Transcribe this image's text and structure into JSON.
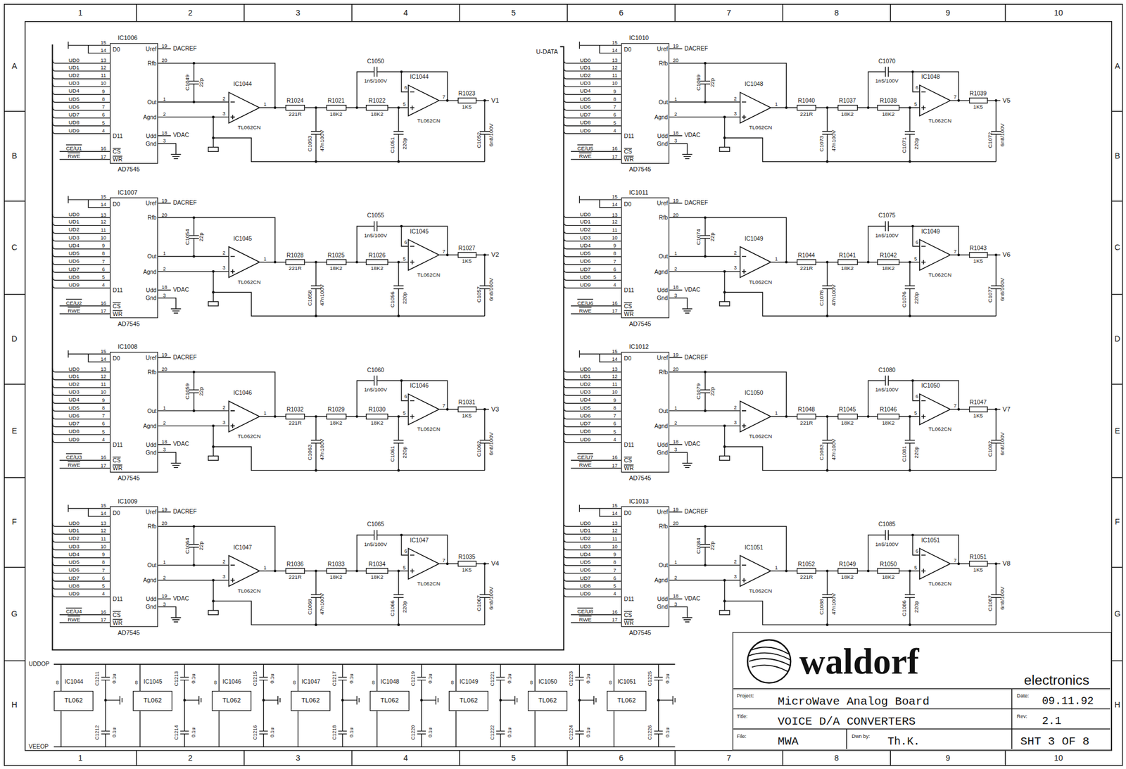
{
  "diagram": {
    "nodes": [
      {
        "text": [
          "IC1006",
          "D0",
          "Uref",
          "Rfb",
          "Out",
          "Agnd",
          "D11",
          "Udd",
          "Gnd",
          "CS",
          "WR",
          "AD7545"
        ]
      },
      {
        "text": [
          "IC1044",
          "TL062CN"
        ]
      },
      {
        "text": [
          "IC1044",
          "TL062CN"
        ]
      },
      {
        "text": [
          "IC1007",
          "D0",
          "Uref",
          "Rfb",
          "Out",
          "Agnd",
          "D11",
          "Udd",
          "Gnd",
          "CS",
          "WR",
          "AD7545"
        ]
      },
      {
        "text": [
          "IC1045",
          "TL062CN"
        ]
      },
      {
        "text": [
          "IC1045",
          "TL062CN"
        ]
      },
      {
        "text": [
          "IC1008",
          "D0",
          "Uref",
          "Rfb",
          "Out",
          "Agnd",
          "D11",
          "Udd",
          "Gnd",
          "CS",
          "WR",
          "AD7545"
        ]
      },
      {
        "text": [
          "IC1046",
          "TL062CN"
        ]
      },
      {
        "text": [
          "IC1046",
          "TL062CN"
        ]
      },
      {
        "text": [
          "IC1009",
          "D0",
          "Uref",
          "Rfb",
          "Out",
          "Agnd",
          "D11",
          "Udd",
          "Gnd",
          "CS",
          "WR",
          "AD7545"
        ]
      },
      {
        "text": [
          "IC1047",
          "TL062CN"
        ]
      },
      {
        "text": [
          "IC1047",
          "TL062CN"
        ]
      },
      {
        "text": [
          "IC1010",
          "D0",
          "Uref",
          "Rfb",
          "Out",
          "Agnd",
          "D11",
          "Udd",
          "Gnd",
          "CS",
          "WR",
          "AD7545"
        ]
      },
      {
        "text": [
          "IC1048",
          "TL062CN"
        ]
      },
      {
        "text": [
          "IC1048",
          "TL062CN"
        ]
      },
      {
        "text": [
          "IC1011",
          "D0",
          "Uref",
          "Rfb",
          "Out",
          "Agnd",
          "D11",
          "Udd",
          "Gnd",
          "CS",
          "WR",
          "AD7545"
        ]
      },
      {
        "text": [
          "IC1049",
          "TL062CN"
        ]
      },
      {
        "text": [
          "IC1049",
          "TL062CN"
        ]
      },
      {
        "text": [
          "IC1012",
          "D0",
          "Uref",
          "Rfb",
          "Out",
          "Agnd",
          "D11",
          "Udd",
          "Gnd",
          "CS",
          "WR",
          "AD7545"
        ]
      },
      {
        "text": [
          "IC1050",
          "TL062CN"
        ]
      },
      {
        "text": [
          "IC1050",
          "TL062CN"
        ]
      },
      {
        "text": [
          "IC1013",
          "D0",
          "Uref",
          "Rfb",
          "Out",
          "Agnd",
          "D11",
          "Udd",
          "Gnd",
          "CS",
          "WR",
          "AD7545"
        ]
      },
      {
        "text": [
          "IC1051",
          "TL062CN"
        ]
      },
      {
        "text": [
          "IC1051",
          "TL062CN"
        ]
      },
      {
        "text": [
          "IC1044",
          "TL062"
        ]
      },
      {
        "text": [
          "IC1045",
          "TL062"
        ]
      },
      {
        "text": [
          "IC1046",
          "TL062"
        ]
      },
      {
        "text": [
          "IC1047",
          "TL062"
        ]
      },
      {
        "text": [
          "IC1048",
          "TL062"
        ]
      },
      {
        "text": [
          "IC1049",
          "TL062"
        ]
      },
      {
        "text": [
          "IC1050",
          "TL062"
        ]
      },
      {
        "text": [
          "IC1051",
          "TL062"
        ]
      },
      {
        "text": [
          "waldorf",
          "electronics",
          "Project:",
          "MicroWave Analog Board",
          "Date:",
          "09.11.92",
          "Title:",
          "VOICE D/A CONVERTERS",
          "Rev:",
          "2.1",
          "File:",
          "MWA",
          "Dwn by:",
          "Th.K.",
          "SHT 3 OF 8"
        ]
      }
    ],
    "edges": [
      {
        "from": 0,
        "to": 1,
        "arrow": "none"
      },
      {
        "from": 3,
        "to": 4,
        "arrow": "none"
      },
      {
        "from": 6,
        "to": 7,
        "arrow": "none"
      },
      {
        "from": 9,
        "to": 10,
        "arrow": "none"
      },
      {
        "from": 12,
        "to": 13,
        "arrow": "none"
      },
      {
        "from": 15,
        "to": 16,
        "arrow": "none"
      },
      {
        "from": 18,
        "to": 19,
        "arrow": "none"
      },
      {
        "from": 21,
        "to": 22,
        "arrow": "none"
      }
    ],
    "labels": [
      "15",
      "14",
      "13",
      "12",
      "11",
      "10",
      "9",
      "8",
      "7",
      "6",
      "5",
      "4",
      "16",
      "17",
      "UD0",
      "UD1",
      "UD2",
      "UD3",
      "UD4",
      "UD5",
      "UD6",
      "UD7",
      "UD8",
      "UD9",
      "CE/U1",
      "RWE",
      "19",
      "20",
      "1",
      "2",
      "18",
      "3",
      "DACREF",
      "VDAC",
      "C1049",
      "22p",
      "2",
      "3",
      "1",
      "R1024",
      "221R",
      "C1053",
      "47n100V",
      "R1021",
      "18K2",
      "R1022",
      "18K2",
      "C1051",
      "220p",
      "C1050",
      "1n5/100V",
      "6",
      "5",
      "7",
      "R1023",
      "1K5",
      "C1052",
      "6n8/100V",
      "V1",
      "15",
      "14",
      "13",
      "12",
      "11",
      "10",
      "9",
      "8",
      "7",
      "6",
      "5",
      "4",
      "16",
      "17",
      "UD0",
      "UD1",
      "UD2",
      "UD3",
      "UD4",
      "UD5",
      "UD6",
      "UD7",
      "UD8",
      "UD9",
      "CE/U2",
      "RWE",
      "19",
      "20",
      "1",
      "2",
      "18",
      "3",
      "DACREF",
      "VDAC",
      "C1054",
      "22p",
      "2",
      "3",
      "1",
      "R1028",
      "221R",
      "C1058",
      "47n100V",
      "R1025",
      "18K2",
      "R1026",
      "18K2",
      "C1056",
      "220p",
      "C1055",
      "1n5/100V",
      "6",
      "5",
      "7",
      "R1027",
      "1K5",
      "C1057",
      "6n8/100V",
      "V2",
      "15",
      "14",
      "13",
      "12",
      "11",
      "10",
      "9",
      "8",
      "7",
      "6",
      "5",
      "4",
      "16",
      "17",
      "UD0",
      "UD1",
      "UD2",
      "UD3",
      "UD4",
      "UD5",
      "UD6",
      "UD7",
      "UD8",
      "UD9",
      "CE/U3",
      "RWE",
      "19",
      "20",
      "1",
      "2",
      "18",
      "3",
      "DACREF",
      "VDAC",
      "C1059",
      "22p",
      "2",
      "3",
      "1",
      "R1032",
      "221R",
      "C1063",
      "47n100V",
      "R1029",
      "18K2",
      "R1030",
      "18K2",
      "C1061",
      "220p",
      "C1060",
      "1n5/100V",
      "6",
      "5",
      "7",
      "R1031",
      "1K5",
      "C1062",
      "6n8/100V",
      "V3",
      "15",
      "14",
      "13",
      "12",
      "11",
      "10",
      "9",
      "8",
      "7",
      "6",
      "5",
      "4",
      "16",
      "17",
      "UD0",
      "UD1",
      "UD2",
      "UD3",
      "UD4",
      "UD5",
      "UD6",
      "UD7",
      "UD8",
      "UD9",
      "CE/U4",
      "RWE",
      "19",
      "20",
      "1",
      "2",
      "19",
      "3",
      "DACREF",
      "VDAC",
      "C1064",
      "22p",
      "2",
      "3",
      "1",
      "R1036",
      "221R",
      "C1068",
      "47n100V",
      "R1033",
      "18K2",
      "R1034",
      "18K2",
      "C1066",
      "220p",
      "C1065",
      "1n5/100V",
      "6",
      "5",
      "7",
      "R1035",
      "1K5",
      "C1067",
      "6n8/100V",
      "V4",
      "15",
      "14",
      "13",
      "12",
      "11",
      "10",
      "9",
      "8",
      "7",
      "6",
      "5",
      "4",
      "16",
      "17",
      "UD0",
      "UD1",
      "UD2",
      "UD3",
      "UD4",
      "UD5",
      "UD6",
      "UD7",
      "UD8",
      "UD9",
      "CE/U5",
      "RWE",
      "19",
      "20",
      "1",
      "2",
      "18",
      "3",
      "DACREF",
      "VDAC",
      "C1069",
      "22p",
      "2",
      "3",
      "1",
      "R1040",
      "221R",
      "C1073",
      "47n100V",
      "R1037",
      "18K2",
      "R1038",
      "18K2",
      "C1071",
      "220p",
      "C1070",
      "1n5/100V",
      "6",
      "5",
      "7",
      "R1039",
      "1K5",
      "C1072",
      "6n8/100V",
      "V5",
      "15",
      "14",
      "13",
      "12",
      "11",
      "10",
      "9",
      "8",
      "7",
      "6",
      "5",
      "4",
      "16",
      "17",
      "UD0",
      "UD1",
      "UD2",
      "UD3",
      "UD4",
      "UD5",
      "UD6",
      "UD7",
      "UD8",
      "UD9",
      "CE/U6",
      "RWE",
      "19",
      "20",
      "1",
      "2",
      "18",
      "3",
      "DACREF",
      "VDAC",
      "C1074",
      "22p",
      "2",
      "3",
      "1",
      "R1044",
      "221R",
      "C1078",
      "47n100V",
      "R1041",
      "18K2",
      "R1042",
      "18K2",
      "C1076",
      "220p",
      "C1075",
      "1n5/100V",
      "6",
      "5",
      "7",
      "R1043",
      "1K5",
      "C1077",
      "6n8/100V",
      "V6",
      "15",
      "14",
      "13",
      "12",
      "11",
      "10",
      "9",
      "8",
      "7",
      "6",
      "5",
      "4",
      "16",
      "17",
      "UD0",
      "UD1",
      "UD2",
      "UD3",
      "UD4",
      "UD5",
      "UD6",
      "UD7",
      "UD8",
      "UD9",
      "CE/U7",
      "RWE",
      "19",
      "20",
      "1",
      "2",
      "18",
      "3",
      "DACREF",
      "VDAC",
      "C1079",
      "22p",
      "2",
      "3",
      "1",
      "R1048",
      "221R",
      "C1083",
      "47n100V",
      "R1045",
      "18K2",
      "R1046",
      "18K2",
      "C1081",
      "220p",
      "C1080",
      "1n5/100V",
      "6",
      "5",
      "7",
      "R1047",
      "1K5",
      "C1082",
      "6n8/100V",
      "V7",
      "15",
      "14",
      "13",
      "12",
      "11",
      "10",
      "9",
      "8",
      "7",
      "6",
      "5",
      "4",
      "16",
      "17",
      "UD0",
      "UD1",
      "UD2",
      "UD3",
      "UD4",
      "UD5",
      "UD6",
      "UD7",
      "UD8",
      "UD9",
      "CE/U8",
      "RWE",
      "19",
      "20",
      "1",
      "2",
      "18",
      "3",
      "DACREF",
      "VDAC",
      "C1084",
      "22p",
      "2",
      "3",
      "1",
      "R1052",
      "221R",
      "C1088",
      "47n100V",
      "R1049",
      "18K2",
      "R1050",
      "18K2",
      "C1086",
      "220p",
      "C1085",
      "1n5/100V",
      "6",
      "5",
      "7",
      "R1051",
      "1K5",
      "C1087",
      "6n8/100V",
      "V8",
      "U-DATA",
      "UDDOP",
      "VEEOP",
      "8",
      "C1211",
      "0.1u",
      "C1212",
      "0.1u",
      "8",
      "C1213",
      "0.1u",
      "C1214",
      "0.1u",
      "8",
      "C1215",
      "0.1u",
      "C1216",
      "0.1u",
      "8",
      "C1217",
      "0.1u",
      "C1218",
      "0.1u",
      "8",
      "C1219",
      "0.1u",
      "C1220",
      "0.1u",
      "8",
      "C1221",
      "0.1u",
      "C1222",
      "0.1u",
      "8",
      "C1223",
      "0.1u",
      "C1224",
      "0.1u",
      "8",
      "C1225",
      "0.1u",
      "C1226",
      "0.1u",
      "1",
      "2",
      "3",
      "4",
      "5",
      "6",
      "7",
      "8",
      "9",
      "10",
      "1",
      "2",
      "3",
      "4",
      "5",
      "6",
      "7",
      "8",
      "9",
      "10",
      "A",
      "B",
      "C",
      "D",
      "E",
      "F",
      "G",
      "H",
      "A",
      "B",
      "C",
      "D",
      "E",
      "F",
      "G",
      "H"
    ]
  }
}
